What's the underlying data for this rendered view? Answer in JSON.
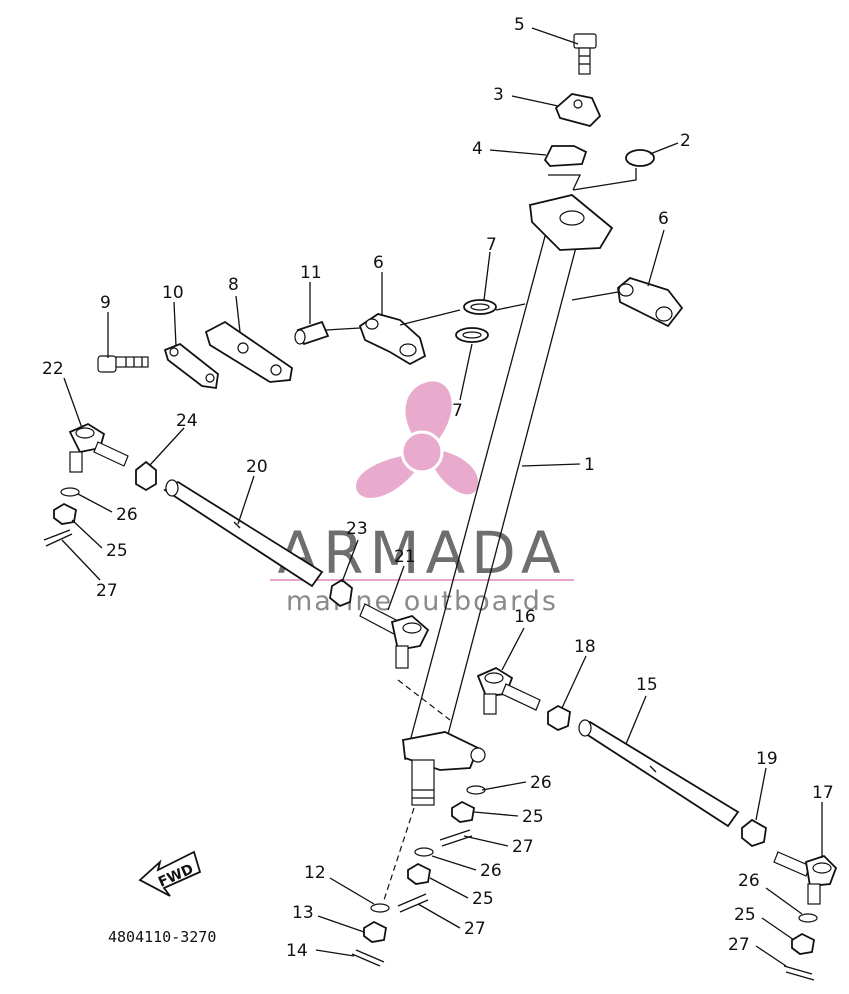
{
  "diagram": {
    "callouts": {
      "n1": "1",
      "n2": "2",
      "n3": "3",
      "n4": "4",
      "n5": "5",
      "n6a": "6",
      "n6b": "6",
      "n7a": "7",
      "n7b": "7",
      "n8": "8",
      "n9": "9",
      "n10": "10",
      "n11": "11",
      "n12": "12",
      "n13": "13",
      "n14": "14",
      "n15": "15",
      "n16": "16",
      "n17": "17",
      "n18": "18",
      "n19": "19",
      "n20": "20",
      "n21": "21",
      "n22": "22",
      "n23": "23",
      "n24": "24",
      "n25a": "25",
      "n25b": "25",
      "n25c": "25",
      "n25d": "25",
      "n26a": "26",
      "n26b": "26",
      "n26c": "26",
      "n26d": "26",
      "n27a": "27",
      "n27b": "27",
      "n27c": "27",
      "n27d": "27"
    },
    "part_code": "4804110-3270",
    "fwd_label": "FWD"
  },
  "watermark": {
    "brand": "ARMADA",
    "tagline": "marine outboards",
    "logo_color": "#e7a3c8",
    "line_color": "#e7a3c8"
  }
}
